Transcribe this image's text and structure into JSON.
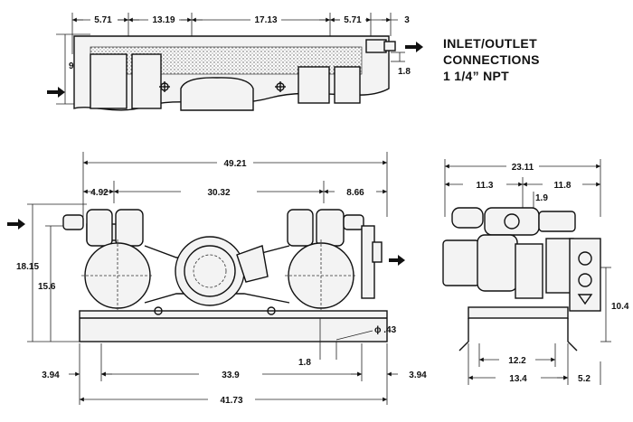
{
  "notes": {
    "line1": "INLET/OUTLET",
    "line2": "CONNECTIONS",
    "line3": "1 1/4” NPT"
  },
  "top_view": {
    "d1": "5.71",
    "d2": "13.19",
    "d3": "17.13",
    "d4": "5.71",
    "d5": "3",
    "height": "9",
    "outlet_offset": "1.8"
  },
  "front_view": {
    "overall": "49.21",
    "left": "4.92",
    "center": "30.32",
    "right": "8.66",
    "height_total": "18.15",
    "height_inlet": "15.6",
    "base_offset": "1.8",
    "hole": "ϕ .43",
    "foot_left": "3.94",
    "foot_span": "33.9",
    "foot_right": "3.94",
    "base_length": "41.73"
  },
  "side_view": {
    "overall": "23.11",
    "left": "11.3",
    "right": "11.8",
    "offset": "1.9",
    "height": "10.4",
    "foot_inner": "12.2",
    "foot_outer": "13.4",
    "foot_right": "5.2"
  }
}
